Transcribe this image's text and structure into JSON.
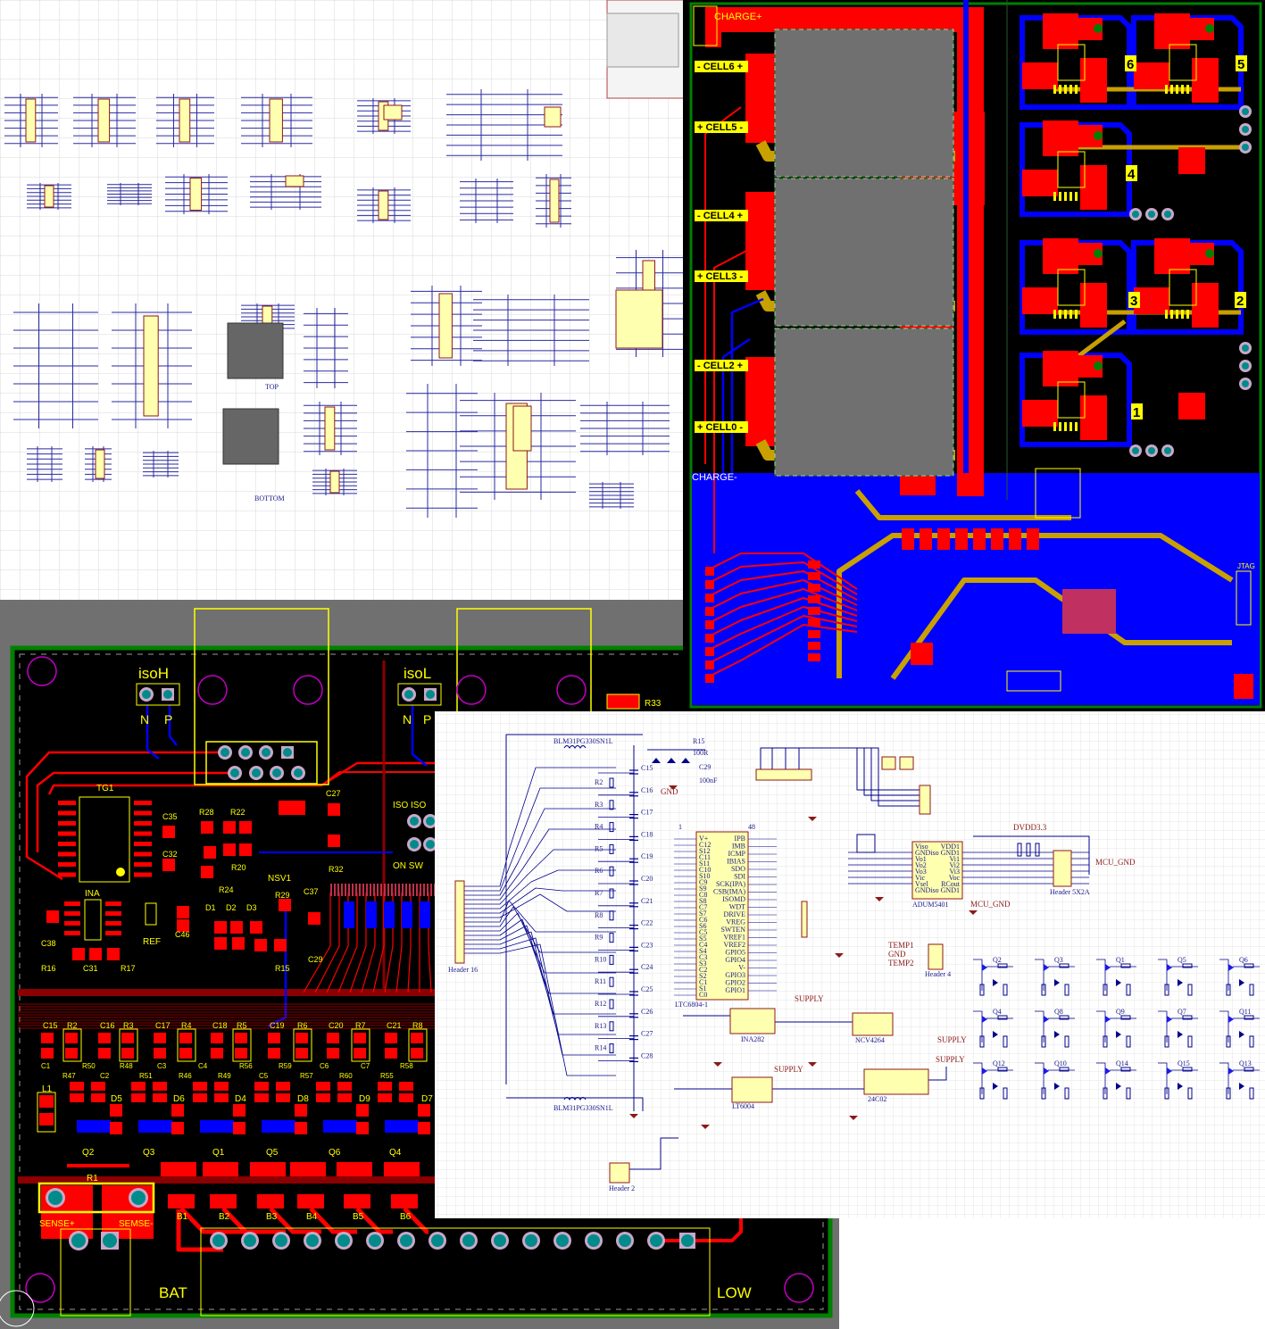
{
  "colors": {
    "pcb_board": "#000000",
    "pcb_top_copper": "#ff0000",
    "pcb_bottom_copper": "#0000ff",
    "pcb_silkscreen": "#ffff00",
    "pcb_outline": "#008000",
    "pcb_gold_trace": "#c8a000",
    "pcb_pad_fill": "#707070",
    "schematic_wire": "#00008b",
    "schematic_part": "#ffffb0",
    "schematic_net": "#8b1a1a",
    "background_gray": "#707070"
  },
  "schematic_top_left": {
    "chip_labels": [
      "TOP",
      "BOTTOM"
    ]
  },
  "pcb_right": {
    "charge_plus": "CHARGE+",
    "charge_minus": "CHARGE-",
    "cells": [
      "- CELL6 +",
      "+ CELL5 -",
      "- CELL4 +",
      "+ CELL3 -",
      "- CELL2 +",
      "+ CELL0 -"
    ],
    "modules": [
      "6",
      "5",
      "4",
      "3",
      "2",
      "1"
    ],
    "jtag_label": "JTAG"
  },
  "pcb_left": {
    "iso_h": "isoH",
    "iso_l": "isoL",
    "pin_n": "N",
    "pin_p": "P",
    "tg1": "TG1",
    "ina": "INA",
    "ref": "REF",
    "nsv1": "NSV1",
    "iso_iso": "ISO ISO",
    "on_sw": "ON SW",
    "r33": "R33",
    "misc_labels": [
      "C35",
      "R28",
      "R22",
      "R20",
      "C32",
      "R24",
      "R32",
      "C27",
      "R29",
      "C37",
      "C46",
      "D1",
      "D2",
      "D3",
      "C38",
      "R16",
      "C31",
      "R17",
      "R15",
      "C29"
    ],
    "cap_res_row": [
      "C15",
      "R2",
      "C16",
      "R3",
      "C17",
      "R4",
      "C18",
      "R5",
      "C19",
      "R6",
      "C20",
      "R7",
      "C21",
      "R8"
    ],
    "second_row": [
      "C1",
      "R47",
      "R50",
      "C2",
      "R48",
      "R51",
      "C3",
      "R46",
      "C4",
      "R49",
      "R56",
      "C5",
      "R59",
      "R57",
      "C6",
      "R60",
      "C7",
      "R55",
      "R58"
    ],
    "diodes": [
      "D5",
      "D6",
      "D4",
      "D8",
      "D9",
      "D7"
    ],
    "transistors": [
      "Q2",
      "Q3",
      "Q1",
      "Q5",
      "Q6",
      "Q4"
    ],
    "balance_pads": [
      "B1",
      "B2",
      "B3",
      "B4",
      "B5",
      "B6"
    ],
    "l1": "L1",
    "r1": "R1",
    "sense_plus": "SENSE+",
    "sense_minus": "SEMSE-",
    "bat": "BAT",
    "low": "LOW"
  },
  "schematic_bottom_right": {
    "bead_top": "BLM31PG330SN1L",
    "bead_bottom": "BLM31PG330SN1L",
    "r15": "R15",
    "r15_val": "100R",
    "c29": "C29",
    "c29_val": "100nF",
    "gnd": "GND",
    "main_ic": [
      "V+",
      "C12",
      "S12",
      "C11",
      "S11",
      "C10",
      "S10",
      "C9",
      "S9",
      "C8",
      "S8",
      "C7",
      "S7",
      "C6",
      "S6",
      "C5",
      "S5",
      "C4",
      "S4",
      "C3",
      "S3",
      "C2",
      "S2",
      "C1",
      "S1",
      "C0"
    ],
    "main_ic_right": [
      "IPB",
      "IMB",
      "ICMP",
      "IBIAS",
      "SDO",
      "SDI",
      "SCK(IPA)",
      "CSB(IMA)",
      "ISOMD",
      "WDT",
      "DRIVE",
      "VREG",
      "SWTEN",
      "VREF1",
      "VREF2",
      "GPIO5",
      "GPIO4",
      "V-",
      "GPIO3",
      "GPIO2",
      "GPIO1"
    ],
    "main_ic_name": "LTC6804-1",
    "pin_1": "1",
    "pin_48": "48",
    "header16": "Header 16",
    "isolator_name": "ADUM5401",
    "isolator_pins_left": [
      "Viso",
      "GNDiso",
      "Vo1",
      "Vo2",
      "Vo3",
      "Vic",
      "Vsel",
      "GNDiso"
    ],
    "isolator_pins_right": [
      "VDD1",
      "GND1",
      "Vi1",
      "Vi2",
      "Vi3",
      "Voc",
      "RCout",
      "GND1"
    ],
    "dvdd": "DVDD3.3",
    "mcu_gnd_1": "MCU_GND",
    "mcu_gnd_2": "MCU_GND",
    "header_5x2": "Header 5X2A",
    "header_4": "Header 4",
    "header_2": "Header 2",
    "supply_labels": [
      "SUPPLY",
      "SUPPLY",
      "SUPPLY",
      "SUPPLY"
    ],
    "temp_labels": [
      "TEMP1",
      "GND",
      "TEMP2"
    ],
    "amp_name": "INA282",
    "reg_name": "LT6004",
    "eeprom_name": "24C02",
    "ldo_name": "NCV4264",
    "mosfet_labels": [
      "Q2",
      "Q3",
      "Q1",
      "Q5",
      "Q6",
      "Q4",
      "Q8",
      "Q9",
      "Q7",
      "Q11",
      "Q12",
      "Q10",
      "Q14",
      "Q15",
      "Q13"
    ],
    "cap_column": [
      "C15",
      "C16",
      "C17",
      "C18",
      "C19",
      "C20",
      "C21",
      "C22",
      "C23",
      "C24",
      "C25",
      "C26",
      "C27",
      "C28"
    ],
    "res_column": [
      "R2",
      "R3",
      "R4",
      "R5",
      "R6",
      "R7",
      "R8",
      "R9",
      "R10",
      "R11",
      "R12",
      "R13",
      "R14"
    ]
  }
}
